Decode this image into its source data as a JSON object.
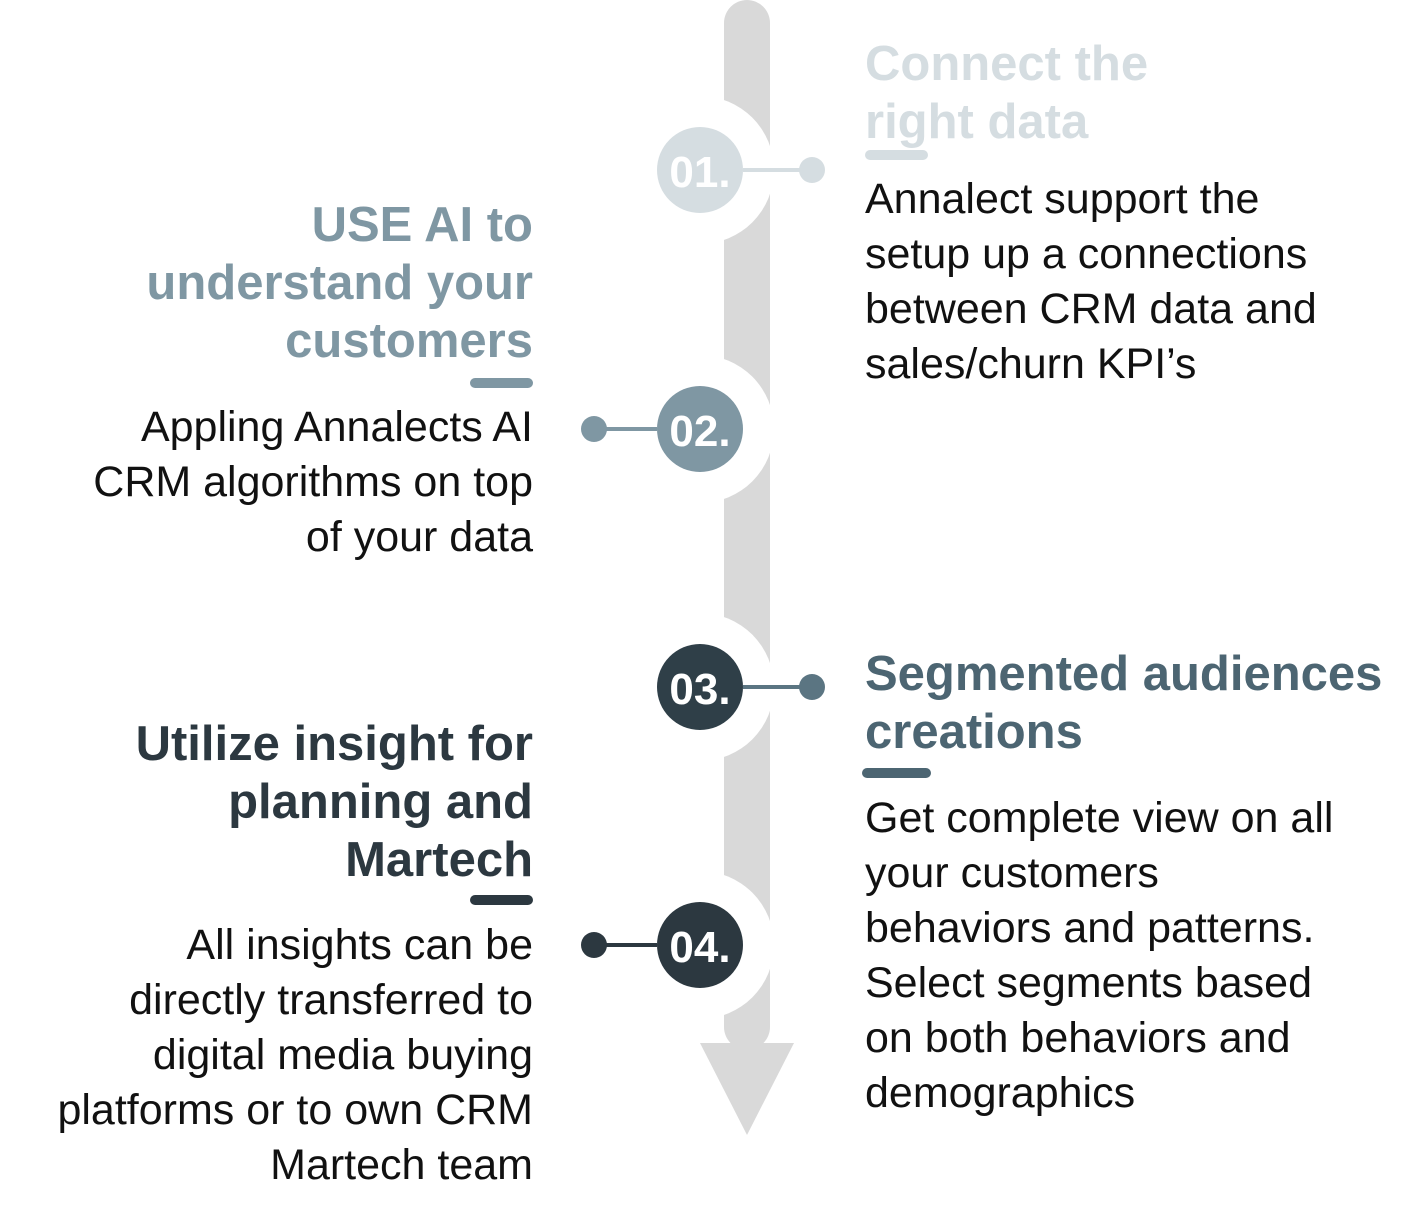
{
  "colors": {
    "track": "#d9d9d9",
    "step_01": "#d5dde1",
    "step_02": "#7f97a3",
    "step_03": "#2f3f48",
    "step_04": "#2c3840"
  },
  "steps": [
    {
      "number": "01.",
      "title_lines": [
        "Connect the",
        "right data"
      ],
      "body_lines": [
        "Annalect support the",
        "setup up a connections",
        "between CRM data and",
        "sales/churn KPI’s"
      ]
    },
    {
      "number": "02.",
      "title_lines": [
        "USE AI to",
        "understand your",
        "customers"
      ],
      "body_lines": [
        "Appling Annalects AI",
        "CRM algorithms on top",
        "of your data"
      ]
    },
    {
      "number": "03.",
      "title_lines": [
        "Segmented audiences",
        "creations"
      ],
      "body_lines": [
        "Get complete view on all",
        "your customers",
        "behaviors and patterns.",
        "Select segments based",
        "on both behaviors and",
        "demographics"
      ]
    },
    {
      "number": "04.",
      "title_lines": [
        "Utilize insight for",
        "planning and",
        "Martech"
      ],
      "body_lines": [
        "All insights can be",
        "directly transferred to",
        "digital media buying",
        "platforms or to own CRM",
        "Martech team"
      ]
    }
  ]
}
